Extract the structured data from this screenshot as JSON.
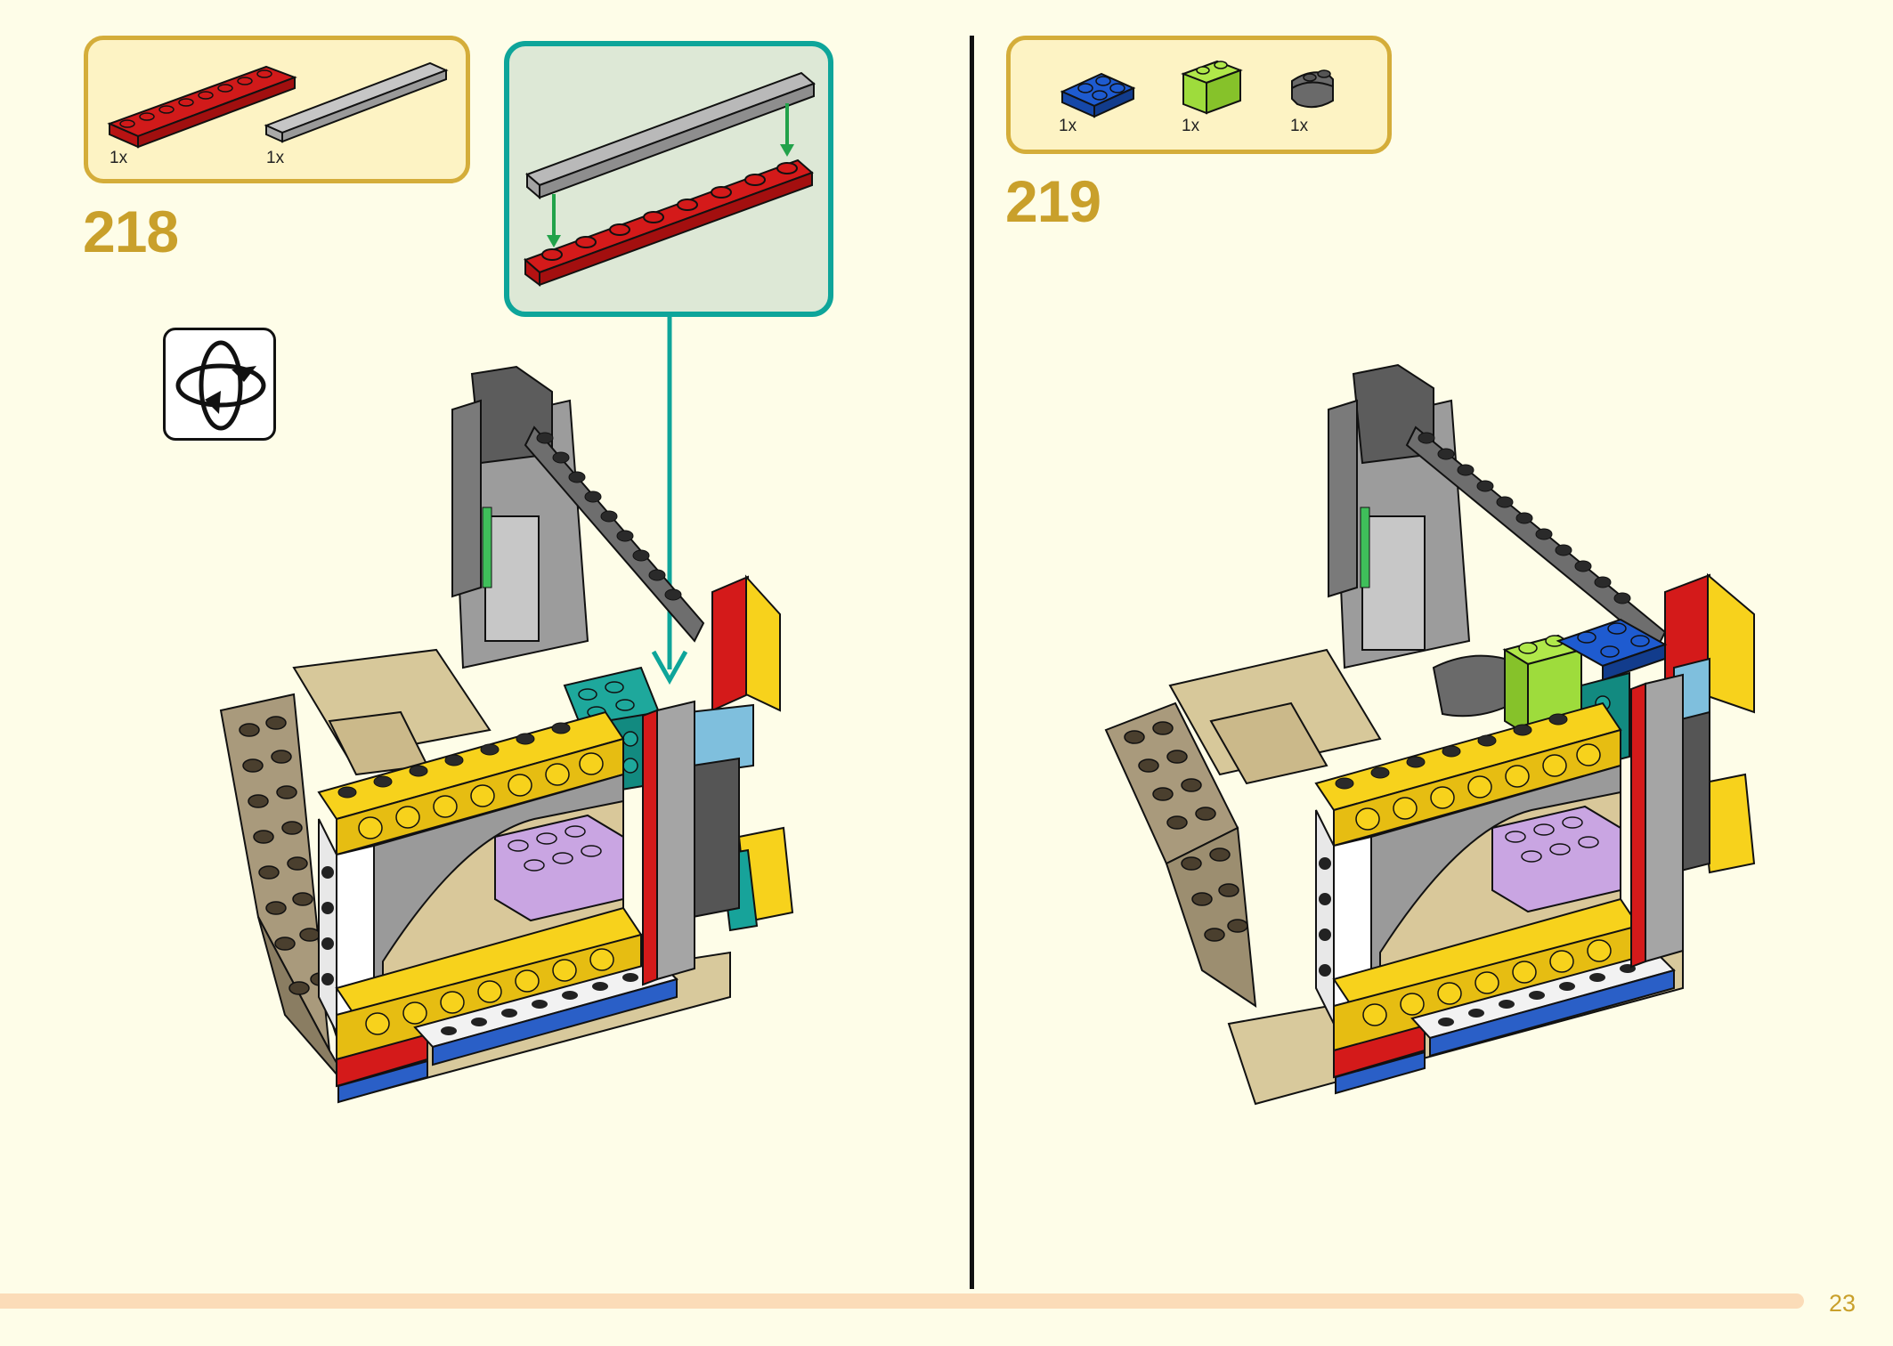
{
  "page": {
    "number": "23",
    "background": "#fefde8",
    "accent": "#c9a02b",
    "callout_color": "#0ea59a"
  },
  "steps": [
    {
      "number": "218",
      "parts": [
        {
          "name": "red-plate-1x8",
          "color": "#d11a1a",
          "qty": "1x"
        },
        {
          "name": "gray-tile-1x8",
          "color": "#b4b4b4",
          "qty": "1x"
        }
      ],
      "icons": [
        "rotate-model-icon"
      ]
    },
    {
      "number": "219",
      "parts": [
        {
          "name": "blue-plate-2x2",
          "color": "#1e5bd0",
          "qty": "1x"
        },
        {
          "name": "lime-brick-1x2",
          "color": "#9edc3c",
          "qty": "1x"
        },
        {
          "name": "dark-gray-clip-plate",
          "color": "#6a6a6a",
          "qty": "1x"
        }
      ]
    }
  ]
}
